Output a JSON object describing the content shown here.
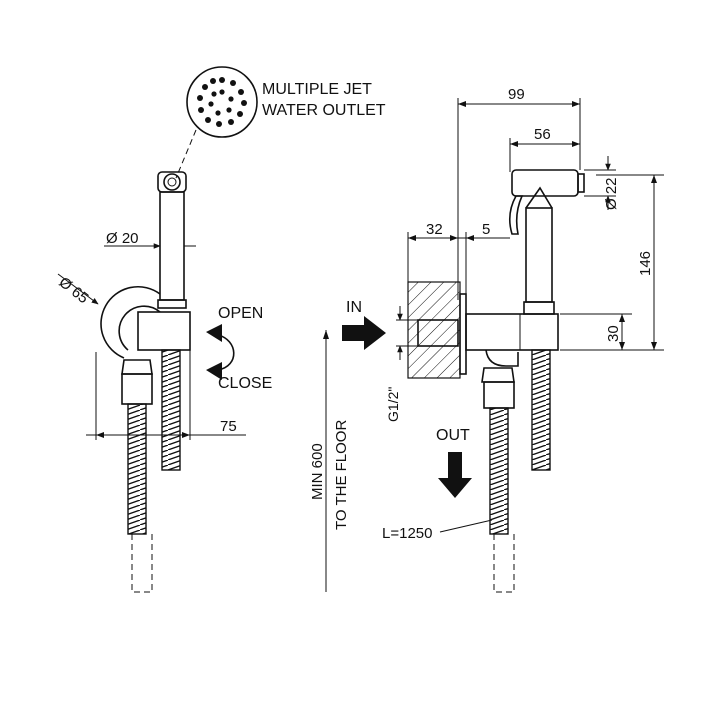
{
  "callouts": {
    "jet_line1": "MULTIPLE JET",
    "jet_line2": "WATER OUTLET",
    "open": "OPEN",
    "close": "CLOSE",
    "in": "IN",
    "out": "OUT",
    "floor_line1": "MIN 600",
    "floor_line2": "TO THE FLOOR",
    "thread": "G1/2\"",
    "hose_length": "L=1250"
  },
  "dimensions": {
    "spray_diameter": "Ø 20",
    "rosette_diameter": "Ø 65",
    "projection": "75",
    "total_depth": "99",
    "spray_length": "56",
    "head_diameter": "Ø 22",
    "height": "146",
    "wall_depth": "32",
    "plate": "5",
    "body_height": "30"
  },
  "colors": {
    "line": "#111111",
    "background": "#ffffff"
  }
}
